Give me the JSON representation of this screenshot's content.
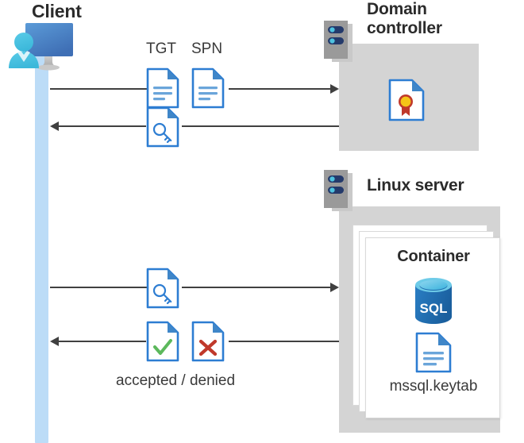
{
  "diagram": {
    "title_client": "Client",
    "title_domain_controller": "Domain\ncontroller",
    "title_domain_controller_line1": "Domain",
    "title_domain_controller_line2": "controller",
    "title_linux_server": "Linux server",
    "title_container": "Container",
    "label_tgt": "TGT",
    "label_spn": "SPN",
    "label_keytab": "mssql.keytab",
    "label_accepted_denied": "accepted / denied",
    "icons": {
      "client": "client-workstation-icon",
      "server_rack": "server-rack-icon",
      "certificate": "certificate-document-icon",
      "ticket_document": "text-document-icon",
      "key_document": "key-document-icon",
      "accepted_document": "check-document-icon",
      "denied_document": "cross-document-icon",
      "sql_database": "sql-database-icon",
      "keytab_document": "text-document-icon"
    },
    "flows": [
      {
        "id": "flow-1",
        "direction": "right",
        "from": "Client",
        "to": "Domain controller",
        "payload": "TGT SPN"
      },
      {
        "id": "flow-2",
        "direction": "left",
        "from": "Domain controller",
        "to": "Client",
        "payload": "key"
      },
      {
        "id": "flow-3",
        "direction": "right",
        "from": "Client",
        "to": "Linux server",
        "payload": "key"
      },
      {
        "id": "flow-4",
        "direction": "left",
        "from": "Linux server",
        "to": "Client",
        "payload": "accepted / denied"
      }
    ],
    "colors": {
      "accent_blue": "#2d7dd2",
      "doc_blue": "#3b7fc4",
      "fold_blue": "#3f86c8",
      "lifeline_blue": "#bcdcf7",
      "zone_grey": "#d4d4d4",
      "server_grey": "#9a9a9a",
      "text_dark": "#2b2b2b",
      "arrow_grey": "#404040",
      "check_green": "#5cb85c",
      "cross_red": "#c0392b",
      "seal_yellow": "#f5c518",
      "sql_blue": "#1f6fb5"
    }
  }
}
